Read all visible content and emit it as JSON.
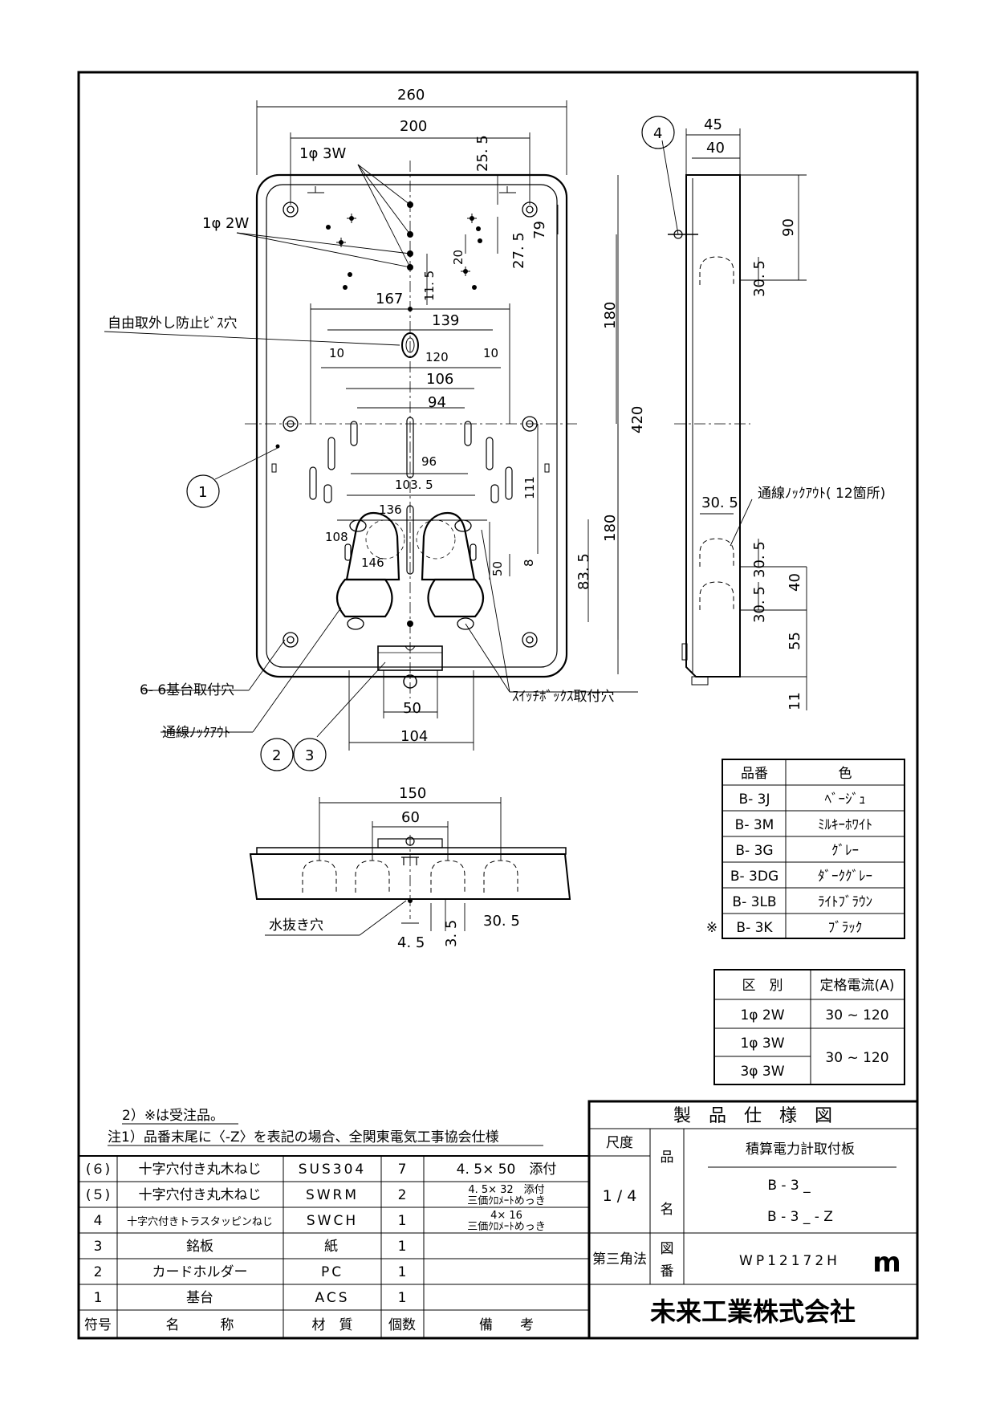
{
  "front_view": {
    "dims": {
      "d260": "260",
      "d200": "200",
      "d1p3w": "1φ 3W",
      "d255": "25. 5",
      "d79": "79",
      "d1p2w": "1φ 2W",
      "d20": "20",
      "d275": "27. 5",
      "d115": "11. 5",
      "d167": "167",
      "d139": "139",
      "d10a": "10",
      "d120": "120",
      "d10b": "10",
      "d106": "106",
      "d94": "94",
      "d96": "96",
      "d1035": "103. 5",
      "d111": "111",
      "d136": "136",
      "d108": "108",
      "d146": "146",
      "d50v": "50",
      "d8": "8",
      "d835": "83. 5",
      "d180a": "180",
      "d180b": "180",
      "d420": "420",
      "d50h": "50",
      "d104": "104"
    },
    "labels": {
      "screw_hole": "自由取外し防止ﾋﾞｽ穴",
      "mount_hole": "6- 6基台取付穴",
      "knockout": "通線ﾉｯｸｱｳﾄ",
      "switch_box": "ｽｲｯﾁﾎﾞｯｸｽ取付穴"
    },
    "callouts": {
      "c1": "1",
      "c2": "2",
      "c3": "3"
    }
  },
  "side_view": {
    "dims": {
      "d45": "45",
      "d40": "40",
      "d90": "90",
      "d305a": "30. 5",
      "d305b": "30. 5",
      "d305c": "30. 5",
      "d305d": "30. 5",
      "d40v": "40",
      "d55": "55",
      "d11": "11"
    },
    "label_knockout": "通線ﾉｯｸｱｳﾄ( 12箇所)",
    "callout": "4"
  },
  "bottom_view": {
    "dims": {
      "d150": "150",
      "d60": "60",
      "d305": "30. 5",
      "d45": "4. 5",
      "d35": "3. 5"
    },
    "label_drain": "水抜き穴"
  },
  "color_table": {
    "header": [
      "品番",
      "色"
    ],
    "rows": [
      {
        "mark": "",
        "code": "B- 3J",
        "color": "ﾍﾞｰｼﾞｭ"
      },
      {
        "mark": "",
        "code": "B- 3M",
        "color": "ﾐﾙｷｰﾎﾜｲﾄ"
      },
      {
        "mark": "",
        "code": "B- 3G",
        "color": "ｸﾞﾚｰ"
      },
      {
        "mark": "",
        "code": "B- 3DG",
        "color": "ﾀﾞｰｸｸﾞﾚｰ"
      },
      {
        "mark": "",
        "code": "B- 3LB",
        "color": "ﾗｲﾄﾌﾞﾗｳﾝ"
      },
      {
        "mark": "※",
        "code": "B- 3K",
        "color": "ﾌﾞﾗｯｸ"
      }
    ]
  },
  "current_table": {
    "header": [
      "区　別",
      "定格電流(A)"
    ],
    "rows": [
      {
        "type": "1φ 2W",
        "current": "30 ~ 120"
      },
      {
        "type": "1φ 3W",
        "current": "30 ~ 120"
      },
      {
        "type": "3φ 3W",
        "current": ""
      }
    ]
  },
  "notes": [
    "2）※は受注品。",
    "注1）品番末尾に〈-Z〉を表記の場合、全関東電気工事協会仕様"
  ],
  "parts": {
    "header": [
      "符号",
      "名　　　称",
      "材　質",
      "個数",
      "備　　考"
    ],
    "rows": [
      {
        "no": "(６)",
        "name": "十字穴付き丸木ねじ",
        "material": "SUS304",
        "qty": "7",
        "note": "4. 5× 50　添付",
        "note2": ""
      },
      {
        "no": "(５)",
        "name": "十字穴付き丸木ねじ",
        "material": "SWRM",
        "qty": "2",
        "note": "4. 5× 32　添付",
        "note2": "三価ｸﾛﾒｰﾄめっき"
      },
      {
        "no": "4",
        "name": "十字穴付きトラスタッピンねじ",
        "material": "SWCH",
        "qty": "1",
        "note": "4× 16",
        "note2": "三価ｸﾛﾒｰﾄめっき"
      },
      {
        "no": "3",
        "name": "銘板",
        "material": "紙",
        "qty": "1",
        "note": "",
        "note2": ""
      },
      {
        "no": "2",
        "name": "カードホルダー",
        "material": "PC",
        "qty": "1",
        "note": "",
        "note2": ""
      },
      {
        "no": "1",
        "name": "基台",
        "material": "ACS",
        "qty": "1",
        "note": "",
        "note2": ""
      }
    ]
  },
  "title_block": {
    "title": "製　品　仕　様　図",
    "scale_label": "尺度",
    "scale": "1 / 4",
    "name_label_1": "品",
    "name_label_2": "名",
    "product_name": "積算電力計取付板",
    "model1": "B - 3 _",
    "model2": "B - 3 _ - Z",
    "projection": "第三角法",
    "drawing_label_1": "図",
    "drawing_label_2": "番",
    "drawing_no": "WP12172H",
    "logo": "m",
    "company": "未来工業株式会社"
  }
}
